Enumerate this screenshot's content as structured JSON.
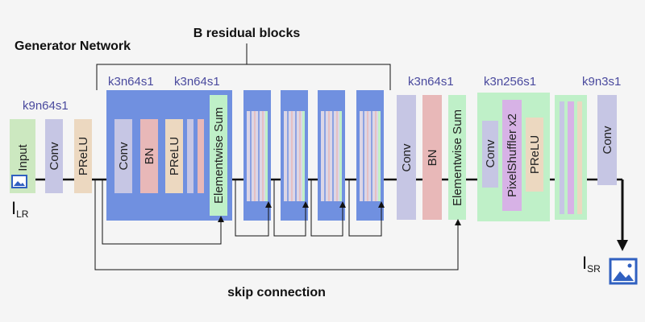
{
  "title": "Generator Network",
  "residual_label": "B residual blocks",
  "skip_label": "skip connection",
  "io": {
    "input_sym": "I",
    "input_sub": "LR",
    "output_sym": "I",
    "output_sub": "SR",
    "input_icon": "image-icon",
    "output_icon": "image-icon"
  },
  "params": {
    "input_conv": "k9n64s1",
    "res_conv1": "k3n64s1",
    "res_conv2": "k3n64s1",
    "post_conv": "k3n64s1",
    "upsample": "k3n256s1",
    "final_conv": "k9n3s1"
  },
  "layers": {
    "input": "Input",
    "conv": "Conv",
    "prelu": "PReLU",
    "bn": "BN",
    "elementwise_sum": "Elementwise Sum",
    "pixel_shuffler": "PixelShuffler x2"
  },
  "colors": {
    "conv": "#c6c6e4",
    "bn": "#e8b8b8",
    "prelu": "#ecd8c0",
    "sum_green": "#bff0c8",
    "res_block": "#7090e0",
    "input_green": "#cce8c0",
    "param_text": "#4a4a9e"
  }
}
